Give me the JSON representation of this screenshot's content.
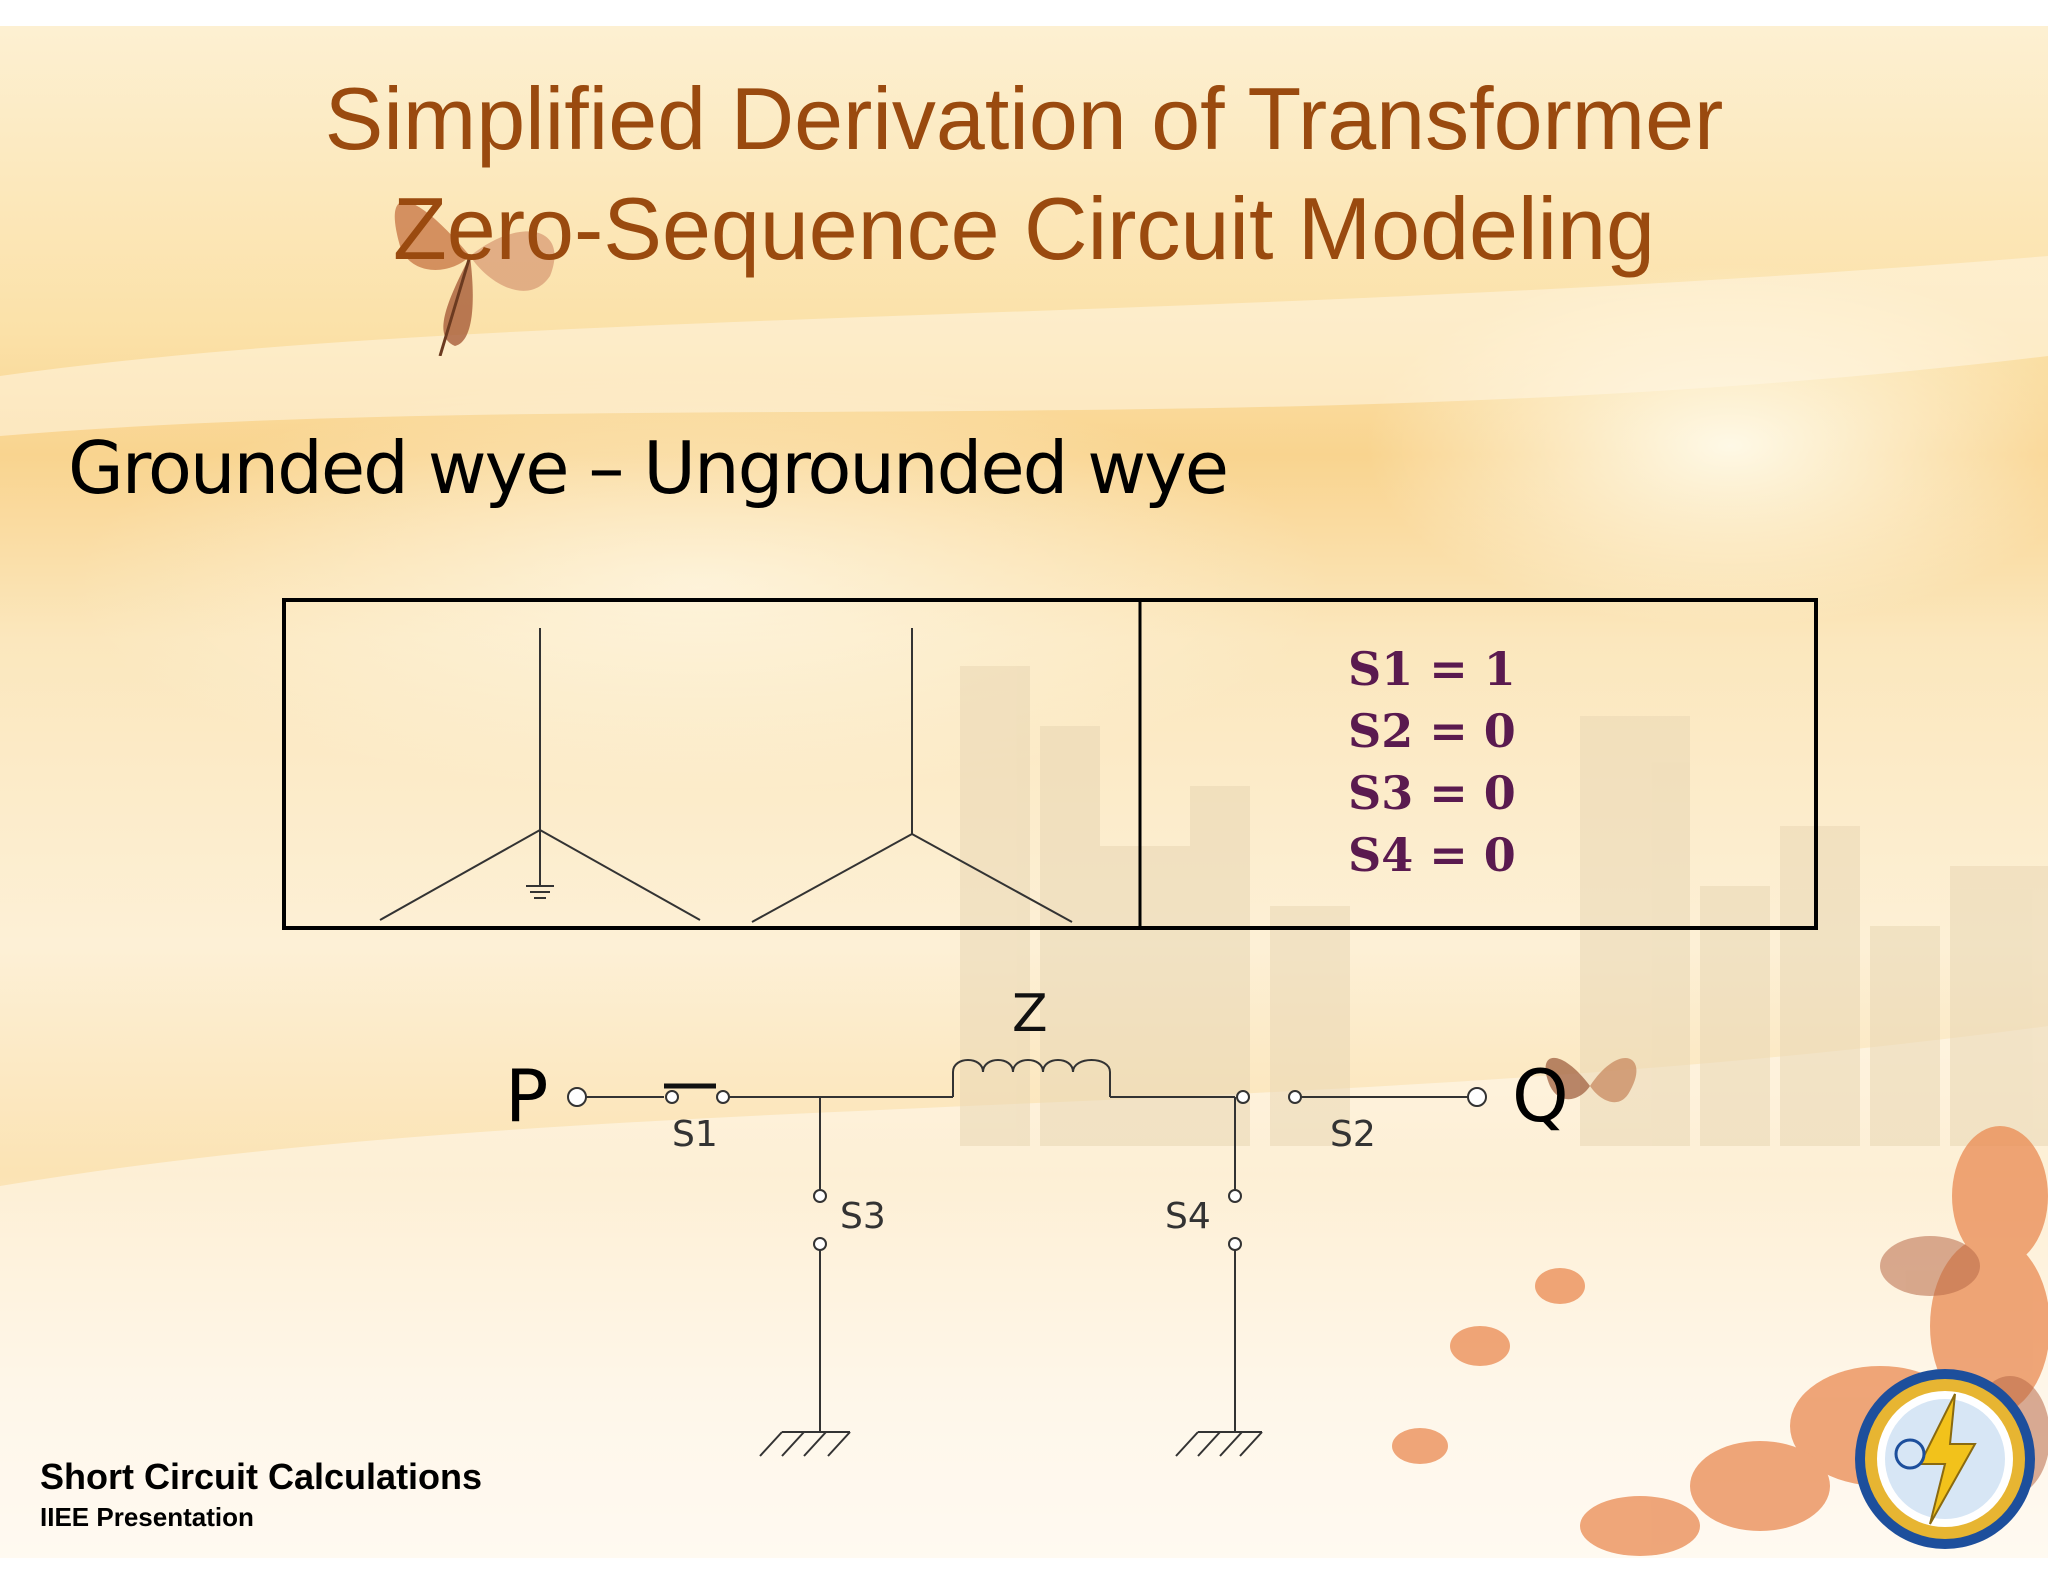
{
  "slide": {
    "title_line1": "Simplified Derivation of Transformer",
    "title_line2": "Zero-Sequence Circuit Modeling",
    "subtitle": "Grounded wye – Ungrounded wye",
    "switch_settings": [
      "S1 = 1",
      "S2 = 0",
      "S3 = 0",
      "S4 = 0"
    ],
    "circuit": {
      "impedance_label": "Z",
      "node_p": "P",
      "node_q": "Q",
      "s1": "S1",
      "s2": "S2",
      "s3": "S3",
      "s4": "S4"
    },
    "footer": {
      "line1": "Short Circuit Calculations",
      "line2": "IIEE Presentation"
    }
  },
  "colors": {
    "title": "#9a4a0f",
    "settings_text": "#5a1a4f",
    "background": "#fbe1a8"
  },
  "icons": [
    "butterfly-icon",
    "butterfly-icon-right",
    "iiee-logo",
    "ground-symbol"
  ]
}
